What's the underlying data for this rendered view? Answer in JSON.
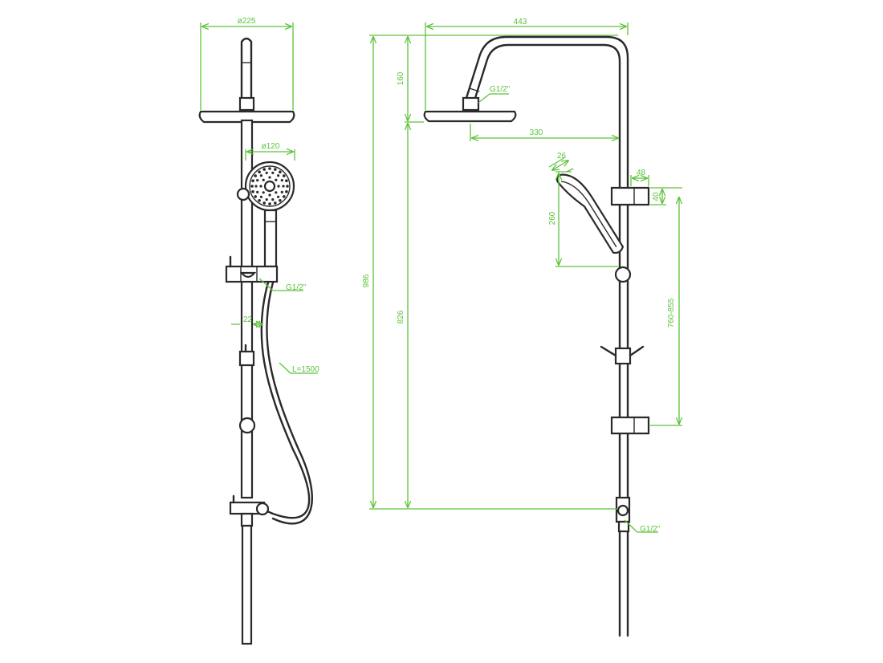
{
  "colors": {
    "outline": "#2a2a2a",
    "dimension": "#5cc23a",
    "background": "#ffffff"
  },
  "front_view": {
    "head_diameter": "ø225",
    "handshower_diameter": "ø120",
    "slider_connection": "G1/2\"",
    "rail_width": "22",
    "hose_length": "L=1500"
  },
  "side_view": {
    "arm_reach": "443",
    "head_offset": "330",
    "head_connection": "G1/2\"",
    "head_drop": "160",
    "total_height": "986",
    "rail_height": "826",
    "handshower_thickness": "26",
    "handshower_length": "260",
    "holder_width": "48",
    "holder_height": "40",
    "holder_range": "760-855",
    "inlet_connection": "G1/2\""
  }
}
